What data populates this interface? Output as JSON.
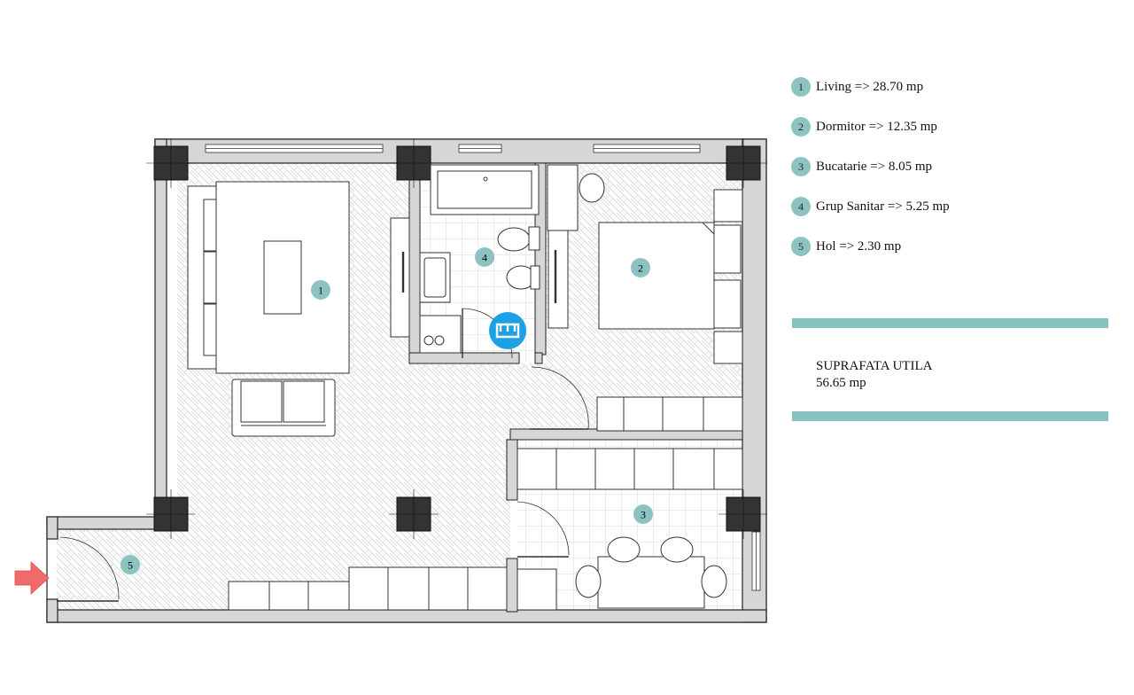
{
  "legend": {
    "items": [
      {
        "num": "1",
        "text": "Living => 28.70 mp"
      },
      {
        "num": "2",
        "text": "Dormitor => 12.35 mp"
      },
      {
        "num": "3",
        "text": "Bucatarie => 8.05 mp"
      },
      {
        "num": "4",
        "text": "Grup Sanitar => 5.25 mp"
      },
      {
        "num": "5",
        "text": "Hol => 2.30 mp"
      }
    ]
  },
  "summary": {
    "label": "SUPRAFATA UTILA",
    "value": "56.65 mp"
  },
  "rooms": [
    {
      "num": "1"
    },
    {
      "num": "2"
    },
    {
      "num": "3"
    },
    {
      "num": "4"
    },
    {
      "num": "5"
    }
  ],
  "colors": {
    "accent": "#86c3c0",
    "badge": "#8cc3c0",
    "wall": "#d6d6d6",
    "column": "#333333",
    "entry_arrow": "#f26b6b",
    "watermark": "#1da1e6"
  },
  "icons": {
    "entry": "entry-arrow-icon",
    "watermark": "logo-watermark-icon"
  }
}
